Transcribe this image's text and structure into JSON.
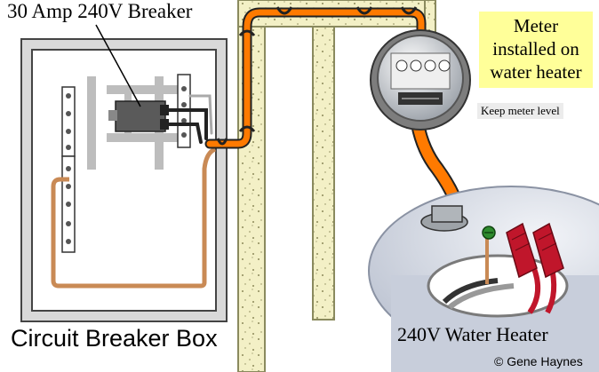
{
  "labels": {
    "breaker": "30 Amp 240V Breaker",
    "breaker_box": "Circuit Breaker Box",
    "water_heater": "240V Water Heater",
    "meter_note_lines": [
      "Meter",
      "installed on",
      "water heater"
    ],
    "keep_level": "Keep meter level",
    "copyright": "© Gene Haynes"
  },
  "colors": {
    "conduit": "#ff7a00",
    "ground_wire": "#c98a55",
    "wall_fill": "#f3f0c6",
    "box_frame": "#555555",
    "breaker_body": "#5a5a5a",
    "note_background": "#ffff99",
    "heater_top": "#d6dbe6",
    "wire_nut": "#c0162b"
  },
  "icons": [
    "electric-meter-icon",
    "wire-nut-icon",
    "conduit-strap-icon",
    "grounding-screw-icon"
  ]
}
